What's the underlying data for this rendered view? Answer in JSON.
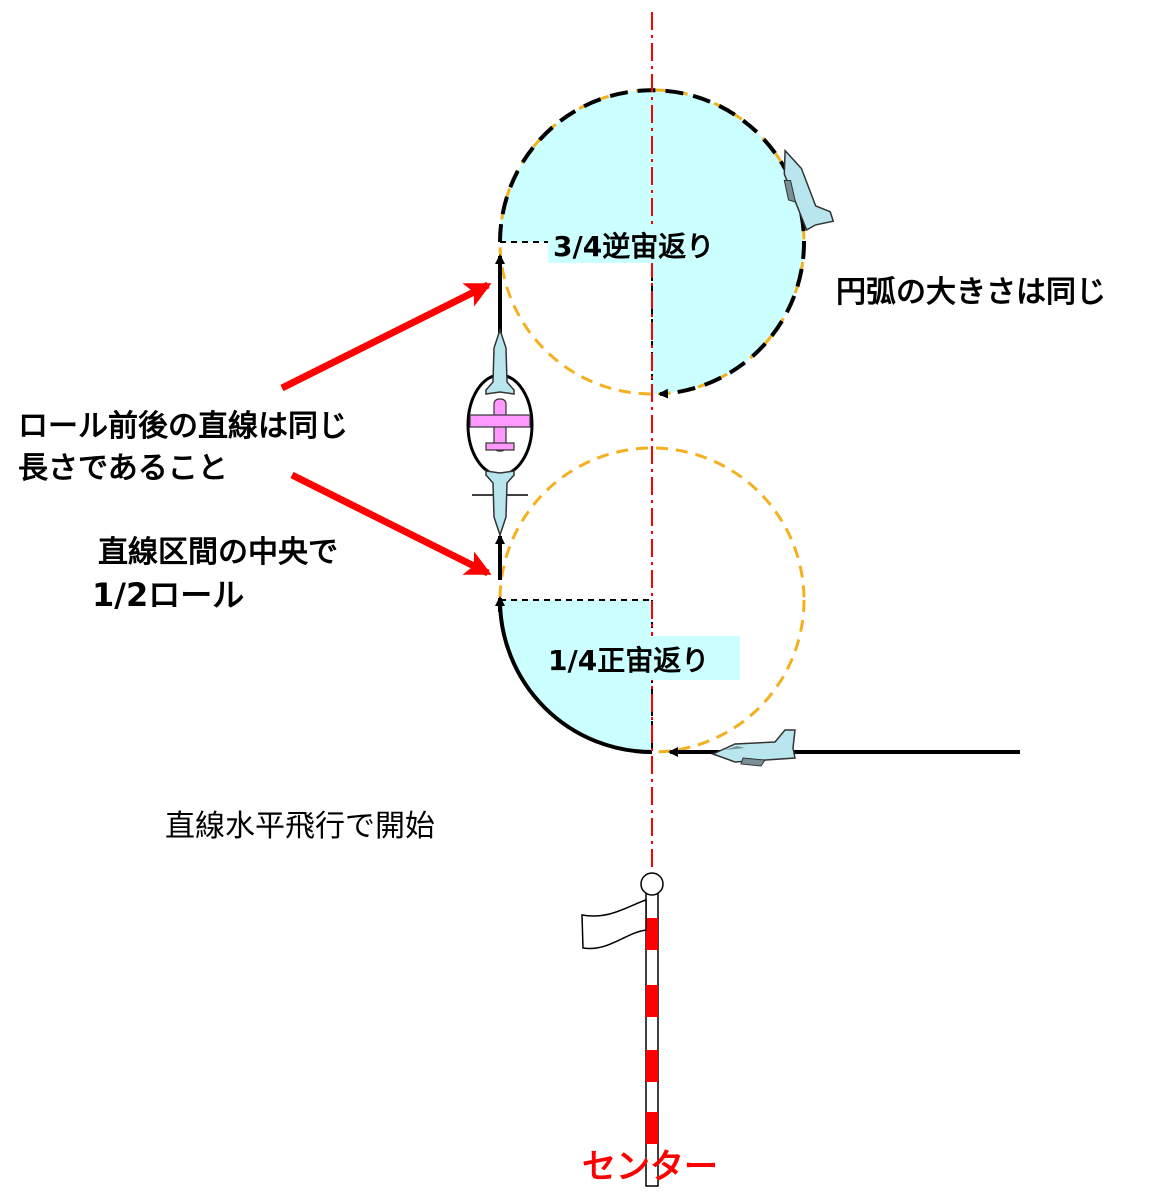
{
  "labels": {
    "upper_loop": "3/4逆宙返り",
    "lower_loop": "1/4正宙返り",
    "arc_note": "円弧の大きさは同じ",
    "roll_note_line1": "ロール前後の直線は同じ",
    "roll_note_line2": "長さであること",
    "half_roll_line1": "直線区間の中央で",
    "half_roll_line2": "1/2ロール",
    "start_note": "直線水平飛行で開始",
    "center": "センター"
  },
  "icons": {
    "plane": "plane-icon",
    "flag": "flag-icon"
  },
  "colors": {
    "fill": "#ccffff",
    "dashed_orange": "#f5b01e",
    "arrow_red": "#ff0000",
    "center_line": "#ff0000",
    "roll_plane": "#ff99ff",
    "plane_body": "#b9e6ee",
    "text_center": "#ff0000"
  }
}
